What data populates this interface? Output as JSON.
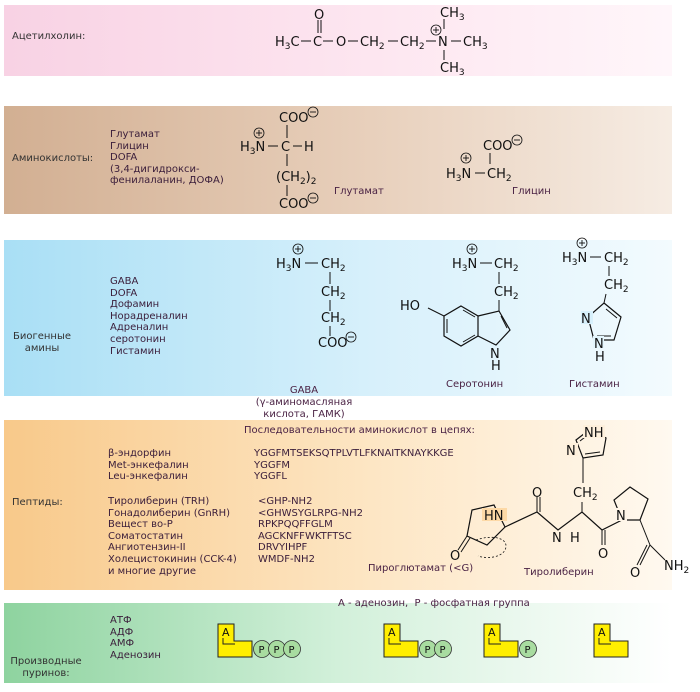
{
  "bands": {
    "acetylcholine": {
      "label": "Ацетилхолин:"
    },
    "amino_acids": {
      "label": "Аминокислоты:",
      "items": [
        "Глутамат",
        "Глицин",
        "DOFA",
        "(3,4-дигидрокси-",
        "фенилаланин, ДОФА)"
      ],
      "captions": {
        "glutamate": "Глутамат",
        "glycine": "Глицин"
      }
    },
    "biogenic_amines": {
      "label_line1": "Биогенные",
      "label_line2": "амины",
      "items": [
        "GABA",
        "DOFA",
        "Дофамин",
        "Норадреналин",
        "Адреналин",
        "серотонин",
        "Гистамин"
      ],
      "captions": {
        "gaba_1": "GABA",
        "gaba_2": "(γ-аминомасляная",
        "gaba_3": "кислота, ГАМК)",
        "serotonin": "Серотонин",
        "histamine": "Гистамин"
      }
    },
    "peptides": {
      "label": "Пептиды:",
      "header": "Последовательности аминокислот в цепях:",
      "group1": [
        {
          "name": "β-эндорфин",
          "seq": "YGGFMTSEKSQTPLVTLFKNAITKNAYKKGE"
        },
        {
          "name": "Met-энкефалин",
          "seq": "YGGFM"
        },
        {
          "name": "Leu-энкефалин",
          "seq": "YGGFL"
        }
      ],
      "group2": [
        {
          "name": "Тиролиберин (TRH)",
          "seq": "<GHP-NH2"
        },
        {
          "name": "Гонадолиберин (GnRH)",
          "seq": "<GHWSYGLRPG-NH2"
        },
        {
          "name": "Вещест во-P",
          "seq": "RPKPQQFFGLM"
        },
        {
          "name": "Соматостатин",
          "seq": "AGCKNFFWKTFTSC"
        },
        {
          "name": "Ангиотензин-II",
          "seq": "DRVYIHPF"
        },
        {
          "name": "Холецистокинин (CCK-4)",
          "seq": "WMDF-NH2"
        },
        {
          "name": "и многие другие",
          "seq": ""
        }
      ],
      "captions": {
        "pyroglutamate": "Пироглютамат (<G)",
        "trh": "Тиролиберин"
      }
    },
    "purines": {
      "label_line1": "Производные",
      "label_line2": "пуринов:",
      "items": [
        "АТФ",
        "АДФ",
        "АМФ",
        "Аденозин"
      ],
      "legend": "A - аденозин,  P - фосфатная группа",
      "adenosine_letter": "A",
      "phosphate_letter": "P",
      "phosphate_counts": [
        3,
        2,
        1,
        0
      ]
    }
  },
  "colors": {
    "acetylcholine_band": "#f8d2e4",
    "amino_band": "#d2af92",
    "amine_band": "#a9dff5",
    "peptide_band": "#f8c98a",
    "purine_band": "#8ed39f",
    "adenosine_fill": "#ffee00",
    "phosphate_fill": "#a8dca0"
  }
}
